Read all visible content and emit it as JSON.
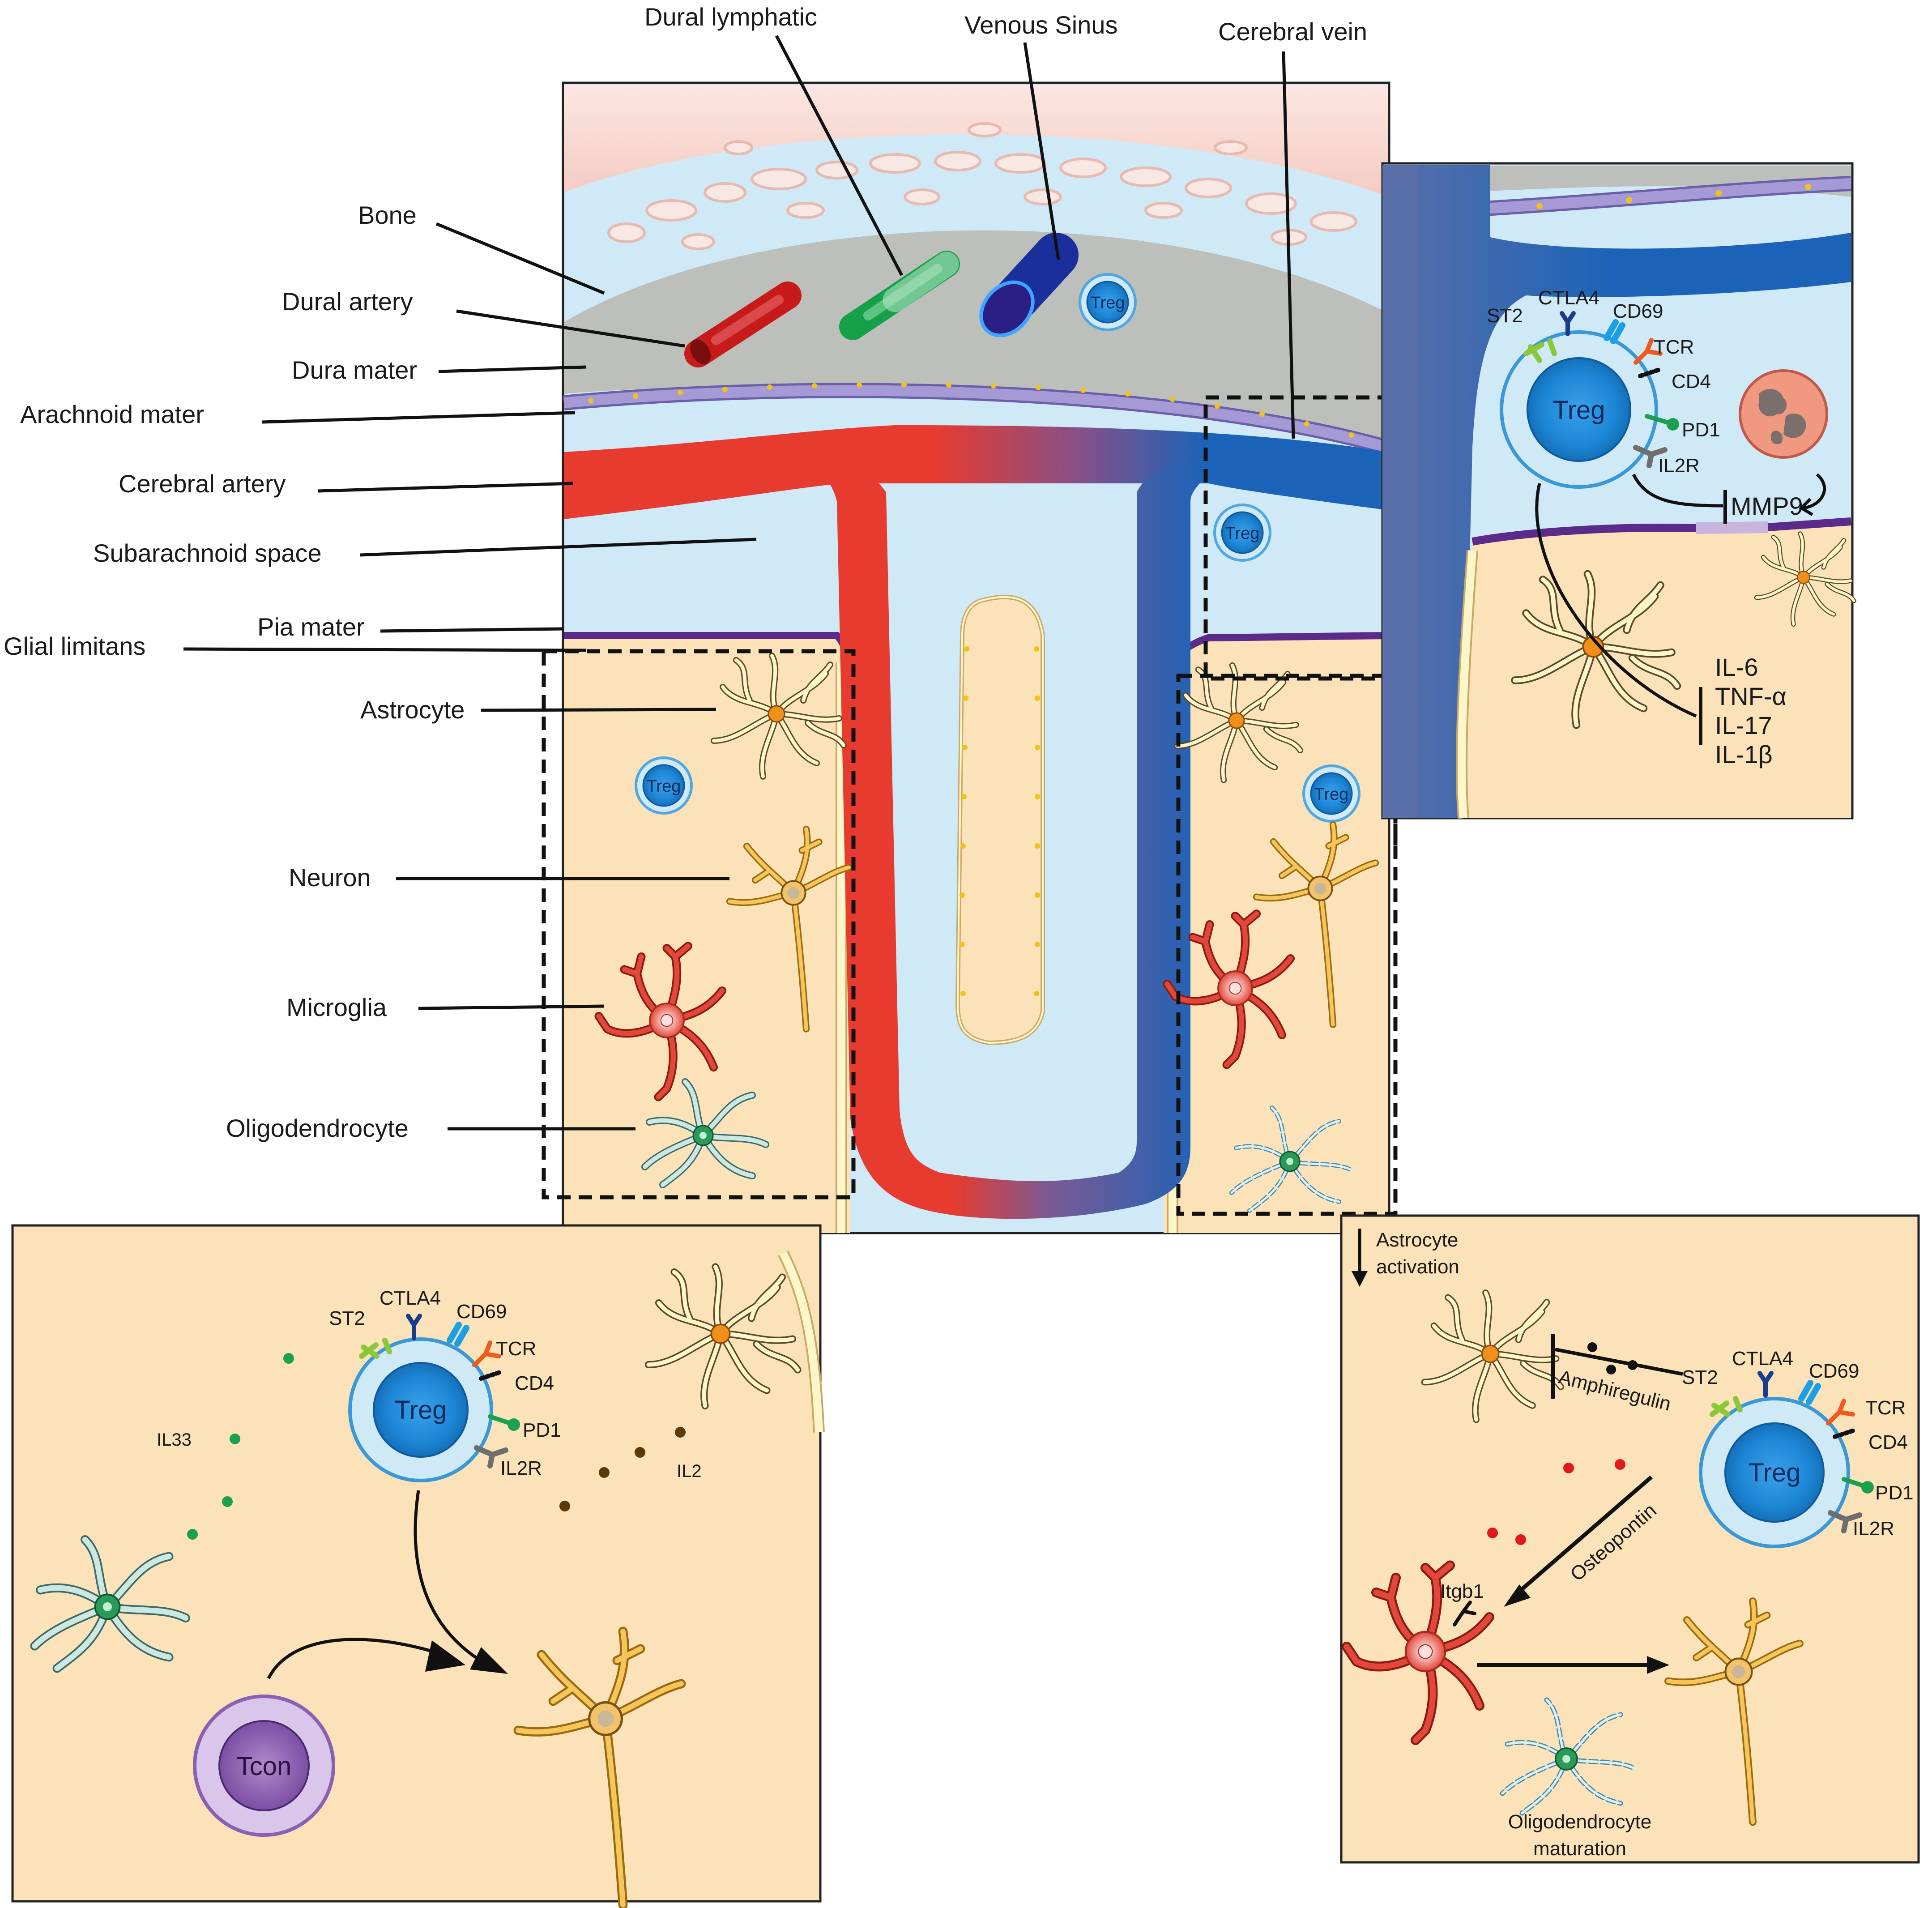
{
  "labels": {
    "bone": "Bone",
    "dural_artery": "Dural artery",
    "dura_mater": "Dura mater",
    "arachnoid_mater": "Arachnoid mater",
    "cerebral_artery": "Cerebral artery",
    "subarachnoid_space": "Subarachnoid space",
    "pia_mater": "Pia mater",
    "glial_limitans": "Glial limitans",
    "astrocyte": "Astrocyte",
    "neuron": "Neuron",
    "microglia": "Microglia",
    "oligodendrocyte": "Oligodendrocyte",
    "dural_lymphatic": "Dural lymphatic",
    "venous_sinus": "Venous Sinus",
    "cerebral_vein": "Cerebral vein"
  },
  "treg": "Treg",
  "tcon": "Tcon",
  "receptors": {
    "st2": "ST2",
    "ctla4": "CTLA4",
    "cd69": "CD69",
    "tcr": "TCR",
    "cd4": "CD4",
    "pd1": "PD1",
    "il2r": "IL2R"
  },
  "inset_right": {
    "mmp9": "MMP9",
    "cytokines": [
      "IL-6",
      "TNF-α",
      "IL-17",
      "IL-1β"
    ]
  },
  "inset_left": {
    "il33": "IL33",
    "il2": "IL2"
  },
  "inset_bottom_right": {
    "astro_act_1": "Astrocyte",
    "astro_act_2": "activation",
    "amphiregulin": "Amphiregulin",
    "osteopontin": "Osteopontin",
    "itgb1": "Itgb1",
    "oligo_mat_1": "Oligodendrocyte",
    "oligo_mat_2": "maturation"
  },
  "colors": {
    "bone": "#f7d6cf",
    "dura": "#bcbfba",
    "csf": "#cfe9f7",
    "parenchyma": "#fbe2b8",
    "artery": "#e63b2e",
    "vein": "#1a63b8",
    "treg": "#4fa8e0",
    "tcon": "#9b6bbf",
    "pia": "#5b2a8a"
  }
}
